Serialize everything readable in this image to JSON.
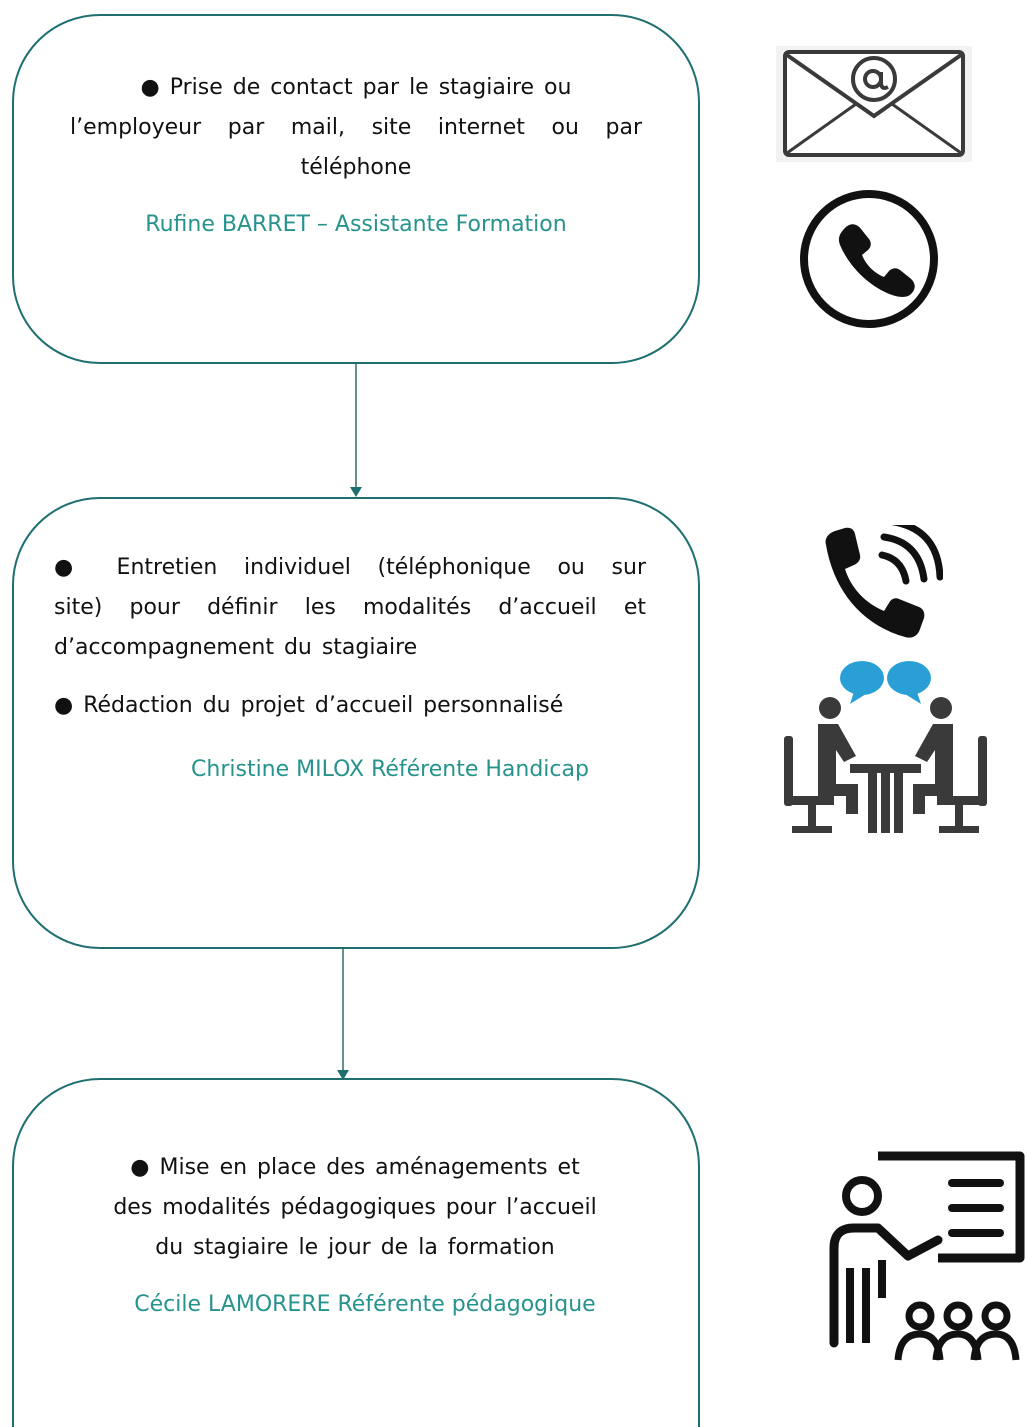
{
  "steps": [
    {
      "text_lines": [
        "● Prise de contact par le stagiaire ou",
        "l’employeur par mail, site internet ou par",
        "téléphone"
      ],
      "person": "Rufine BARRET  –  Assistante Formation"
    },
    {
      "text_lines": [
        "● Entretien individuel (téléphonique ou sur",
        "site) pour définir les modalités d’accueil et",
        "d’accompagnement du stagiaire"
      ],
      "text_lines_2": [
        "● Rédaction du projet d’accueil personnalisé"
      ],
      "person": "Christine MILOX Référente Handicap"
    },
    {
      "text_lines": [
        "● Mise en place des aménagements et",
        "des modalités pédagogiques pour l’accueil",
        "du stagiaire le jour de la formation"
      ],
      "person": "Cécile LAMORERE Référente pédagogique"
    }
  ],
  "icons": [
    "email-icon",
    "phone-icon",
    "phone-calling-icon",
    "meeting-icon",
    "presentation-icon"
  ],
  "colors": {
    "border": "#1e6f6f",
    "person_text": "#26938d",
    "connector": "#6a8f8f"
  }
}
